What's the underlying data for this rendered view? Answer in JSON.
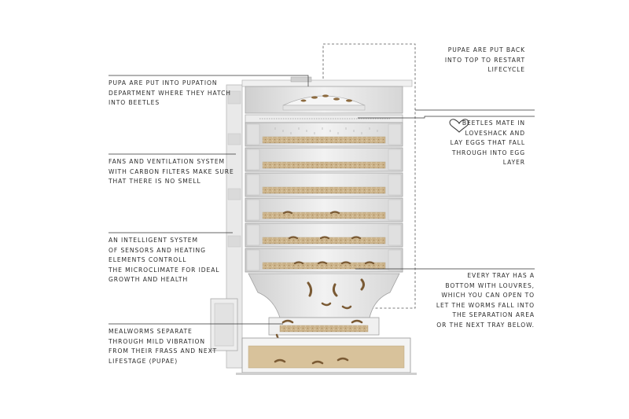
{
  "annotations": {
    "pupa_pupation": [
      "PUPA ARE PUT INTO PUPATION",
      "DEPARTMENT WHERE THEY HATCH",
      "INTO BEETLES"
    ],
    "fans_ventilation": [
      "FANS AND VENTILATION SYSTEM",
      "WITH CARBON FILTERS MAKE SURE",
      "THAT THERE IS NO SMELL"
    ],
    "intelligent_system": [
      "AN INTELLIGENT SYSTEM",
      "OF SENSORS AND HEATING",
      "ELEMENTS CONTROLL",
      "THE MICROCLIMATE FOR IDEAL",
      "GROWTH AND HEALTH"
    ],
    "mealworms_separate": [
      "MEALWORMS SEPARATE",
      "THROUGH MILD VIBRATION",
      "FROM THEIR FRASS AND NEXT",
      "LIFESTAGE (PUPAE)"
    ],
    "pupae_put_back": [
      "PUPAE ARE PUT BACK",
      "INTO TOP TO RESTART",
      "LIFECYCLE"
    ],
    "beetles_mate": [
      "BEETLES MATE IN",
      "LOVESHACK AND",
      "LAY EGGS THAT FALL",
      "THROUGH INTO EGG",
      "LAYER"
    ],
    "every_tray": [
      "EVERY TRAY HAS A",
      "BOTTOM WITH LOUVRES,",
      "WHICH YOU CAN OPEN TO",
      "LET THE WORMS FALL INTO",
      "THE SEPARATION AREA",
      "OR THE NEXT TRAY BELOW."
    ]
  },
  "icons": {
    "beetles_mate": "heart-outline-icon"
  },
  "colors": {
    "frame": "#dcdcdc",
    "frame_edge": "#9a9a9a",
    "substrate": "#c9b189",
    "worm": "#7a5a34",
    "leader": "#333333",
    "text": "#2b2b2b"
  }
}
